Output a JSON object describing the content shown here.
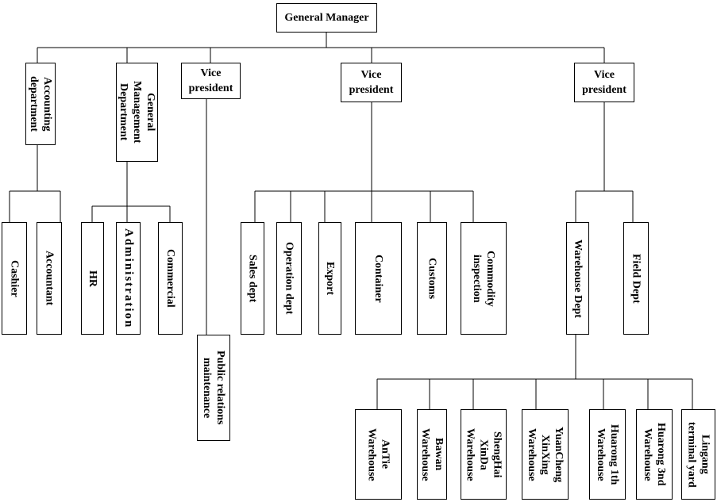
{
  "org": {
    "gm": "General Manager",
    "accounting": "Accounting\ndepartment",
    "general_mgmt": "General\nManagement\nDepartment",
    "vp1": "Vice\npresident",
    "vp2": "Vice\npresident",
    "vp3": "Vice\npresident",
    "cashier": "Cashier",
    "accountant": "Accountant",
    "hr": "HR",
    "administration": "Administration",
    "commercial": "Commercial",
    "public_relations": "Public relations\nmaintenance",
    "sales": "Sales dept",
    "operation": "Operation dept",
    "export": "Export",
    "container": "Container",
    "customs": "Customs",
    "inspection": "Commodity\ninspection",
    "warehouse_dept": "Warehouse Dept",
    "field_dept": "Field Dept",
    "antie": "AnTie\nWarehouse",
    "bawan": "Bawan\nWarehouse",
    "shenghai": "ShengHai\nXinDa\nWarehouse",
    "yuancheng": "YuanCheng\nXinXing\nWarehouse",
    "huarong1": "Huarong 1th\nWarehouse",
    "huarong3": "Huarong 3nd\nWarehouse",
    "lingang": "Lingang\nterminal yard"
  }
}
